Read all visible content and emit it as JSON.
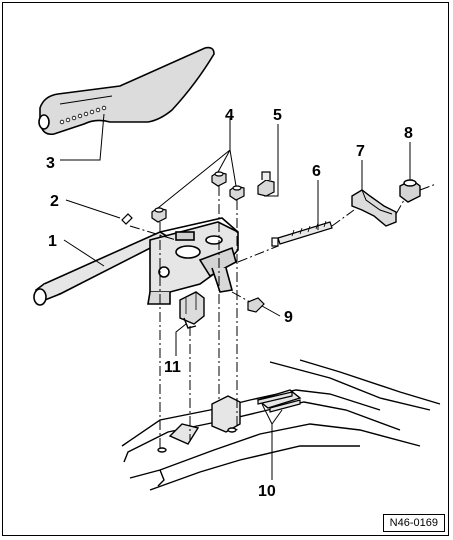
{
  "figure": {
    "reference": "N46-0169",
    "callouts": [
      "1",
      "2",
      "3",
      "4",
      "5",
      "6",
      "7",
      "8",
      "9",
      "10",
      "11"
    ]
  }
}
